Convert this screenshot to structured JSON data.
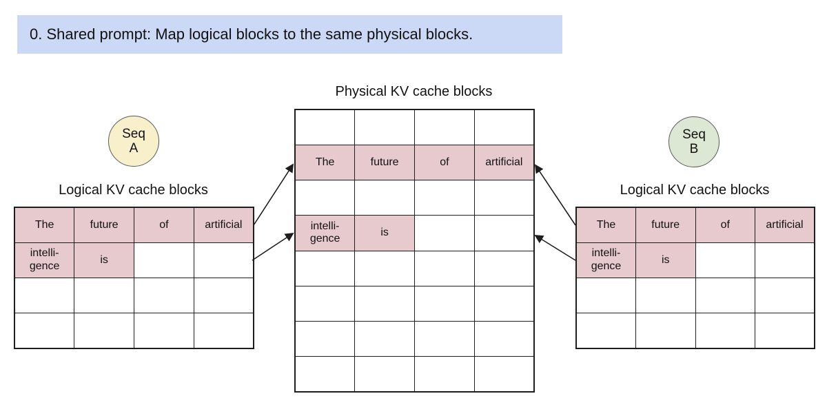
{
  "banner": {
    "text": "0. Shared prompt: Map logical blocks to the same physical blocks."
  },
  "colors": {
    "banner_bg": "#ccd9f6",
    "cell_highlight": "#e7cace",
    "seq_a_badge_bg": "#f7f0cb",
    "seq_b_badge_bg": "#dce8d3",
    "table_border": "#1d1d1d"
  },
  "physical": {
    "title": "Physical KV cache blocks",
    "rows": [
      [
        "",
        "",
        "",
        ""
      ],
      [
        "The",
        "future",
        "of",
        "artificial"
      ],
      [
        "",
        "",
        "",
        ""
      ],
      [
        "intelli-\ngence",
        "is",
        "",
        ""
      ],
      [
        "",
        "",
        "",
        ""
      ],
      [
        "",
        "",
        "",
        ""
      ],
      [
        "",
        "",
        "",
        ""
      ],
      [
        "",
        "",
        "",
        ""
      ]
    ]
  },
  "seq_a": {
    "badge": "Seq\nA",
    "label": "Logical KV cache blocks",
    "rows": [
      [
        "The",
        "future",
        "of",
        "artificial"
      ],
      [
        "intelli-\ngence",
        "is",
        "",
        ""
      ],
      [
        "",
        "",
        "",
        ""
      ],
      [
        "",
        "",
        "",
        ""
      ]
    ]
  },
  "seq_b": {
    "badge": "Seq\nB",
    "label": "Logical KV cache blocks",
    "rows": [
      [
        "The",
        "future",
        "of",
        "artificial"
      ],
      [
        "intelli-\ngence",
        "is",
        "",
        ""
      ],
      [
        "",
        "",
        "",
        ""
      ],
      [
        "",
        "",
        "",
        ""
      ]
    ]
  }
}
